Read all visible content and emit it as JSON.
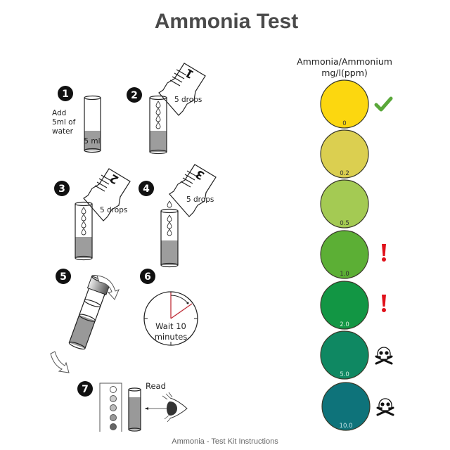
{
  "title": "Ammonia  Test",
  "scale": {
    "header_line1": "Ammonia/Ammonium",
    "header_line2": "mg/l(ppm)",
    "levels": [
      {
        "value": "0",
        "color": "#fcd70f",
        "label_color": "#333333",
        "indicator": "check-icon"
      },
      {
        "value": "0.2",
        "color": "#dbcf50",
        "label_color": "#333333",
        "indicator": ""
      },
      {
        "value": "0.5",
        "color": "#a4ca53",
        "label_color": "#333333",
        "indicator": ""
      },
      {
        "value": "1.0",
        "color": "#5caf35",
        "label_color": "#333333",
        "indicator": "exclamation-icon"
      },
      {
        "value": "2.0",
        "color": "#129644",
        "label_color": "#d8f0d8",
        "indicator": "exclamation-icon"
      },
      {
        "value": "5.0",
        "color": "#0f8862",
        "label_color": "#cdeee0",
        "indicator": "skull-icon"
      },
      {
        "value": "10.0",
        "color": "#0e737a",
        "label_color": "#cde8ec",
        "indicator": "skull-icon"
      }
    ],
    "check_color": "#5aa83a",
    "warning_color": "#e0101a"
  },
  "steps": {
    "s1": {
      "number": "1",
      "text_lines": [
        "Add",
        "5ml of",
        "water"
      ],
      "tube_label": "5 ml"
    },
    "s2": {
      "number": "2",
      "bottle": "1",
      "text": "5 drops"
    },
    "s3": {
      "number": "3",
      "bottle": "2",
      "text": "5 drops"
    },
    "s4": {
      "number": "4",
      "bottle": "3",
      "text": "5 drops"
    },
    "s5": {
      "number": "5"
    },
    "s6": {
      "number": "6",
      "text_lines": [
        "Wait 10",
        "minutes"
      ]
    },
    "s7": {
      "number": "7",
      "text": "Read"
    }
  },
  "footer": "Ammonia - Test Kit Instructions"
}
